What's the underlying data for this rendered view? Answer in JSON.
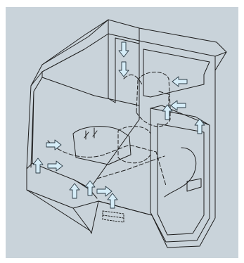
{
  "figure": {
    "background_color": "#c9d3da",
    "line_color": "#1e1e1e",
    "arrow_fill": "#d6edf8",
    "arrow_stroke": "#2a3a44"
  },
  "regions": [
    {
      "name": "cab-body"
    },
    {
      "name": "roof-panel"
    },
    {
      "name": "rear-pillar-column"
    },
    {
      "name": "left-window-frame"
    },
    {
      "name": "door-panel"
    },
    {
      "name": "operator-seat"
    },
    {
      "name": "floor-vent-grille"
    }
  ],
  "airflow_arrows": [
    {
      "name": "pillar-duct-arrow-upper",
      "direction": "down"
    },
    {
      "name": "pillar-duct-arrow-lower",
      "direction": "down"
    },
    {
      "name": "rear-vent-arrow-upper",
      "direction": "left"
    },
    {
      "name": "rear-vent-arrow-lower",
      "direction": "left"
    },
    {
      "name": "door-outlet-arrow-left",
      "direction": "up"
    },
    {
      "name": "door-outlet-arrow-right",
      "direction": "up"
    },
    {
      "name": "left-side-arrow-upper",
      "direction": "right"
    },
    {
      "name": "left-side-arrow-lower",
      "direction": "right"
    },
    {
      "name": "left-floor-arrow-front",
      "direction": "up"
    },
    {
      "name": "left-floor-arrow-rear",
      "direction": "up"
    },
    {
      "name": "center-floor-arrow",
      "direction": "up"
    },
    {
      "name": "console-arrow",
      "direction": "right"
    },
    {
      "name": "floor-inlet-arrow",
      "direction": "up"
    }
  ]
}
